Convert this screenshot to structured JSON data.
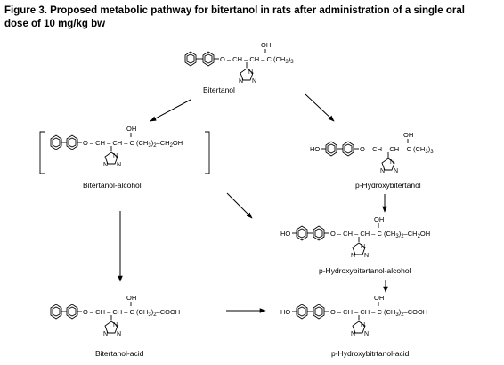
{
  "figure": {
    "title_line1": "Figure 3.  Proposed metabolic pathway for bitertanol in rats after administration  of a single oral",
    "title_line2": "dose of 10 mg/kg bw"
  },
  "compounds": {
    "bitertanol": {
      "name": "Bitertanol",
      "oh": "OH",
      "chain": "O – CH – CH – C (CH",
      "sub": "3",
      "tail": ")",
      "tail_sub": "3"
    },
    "bitertanol_alcohol": {
      "name": "Bitertanol-alcohol",
      "oh": "OH",
      "chain": "O – CH – CH – C (CH",
      "sub1": "3",
      "mid": ")",
      "sub2": "2",
      "tail": "–CH",
      "sub3": "2",
      "end": "OH"
    },
    "p_hydroxybitertanol": {
      "name": "p-Hydroxybitertanol",
      "ho": "HO",
      "oh": "OH",
      "chain": "O – CH – CH – C (CH",
      "sub": "3",
      "tail": ")",
      "tail_sub": "3"
    },
    "p_hydroxybitertanol_alcohol": {
      "name": "p-Hydroxybitertanol-alcohol",
      "ho": "HO",
      "oh": "OH",
      "chain": "O – CH – CH – C (CH",
      "sub1": "3",
      "mid": ")",
      "sub2": "2",
      "tail": "–CH",
      "sub3": "2",
      "end": "OH"
    },
    "bitertanol_acid": {
      "name": "Bitertanol-acid",
      "oh": "OH",
      "chain": "O – CH – CH – C (CH",
      "sub1": "3",
      "mid": ")",
      "sub2": "2",
      "end": "–COOH"
    },
    "p_hydroxybitertanol_acid": {
      "name": "p-Hydroxybitrtanol-acid",
      "ho": "HO",
      "oh": "OH",
      "chain": "O – CH – CH – C (CH",
      "sub1": "3",
      "mid": ")",
      "sub2": "2",
      "end": "–COOH"
    }
  },
  "triazole_atom": "N"
}
